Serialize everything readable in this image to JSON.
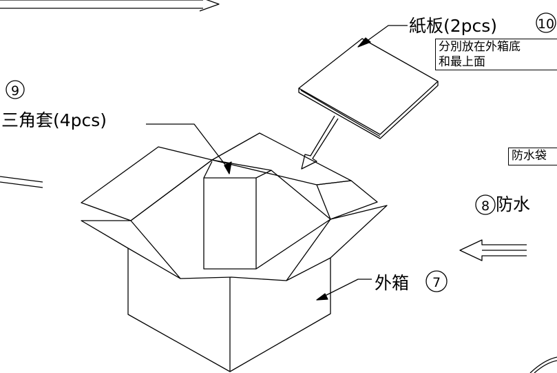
{
  "labels": {
    "cardboard": "紙板(2pcs)",
    "cardboard_num": "10",
    "cardboard_note_1": "分別放在外箱底",
    "cardboard_note_2": "和最上面",
    "triangle_num": "9",
    "triangle": "三角套(4pcs)",
    "waterproof_box": "防水袋",
    "waterproof_num": "8",
    "waterproof": "防水",
    "outer_box": "外箱",
    "outer_box_num": "7"
  },
  "colors": {
    "line": "#000000",
    "background": "#ffffff"
  }
}
